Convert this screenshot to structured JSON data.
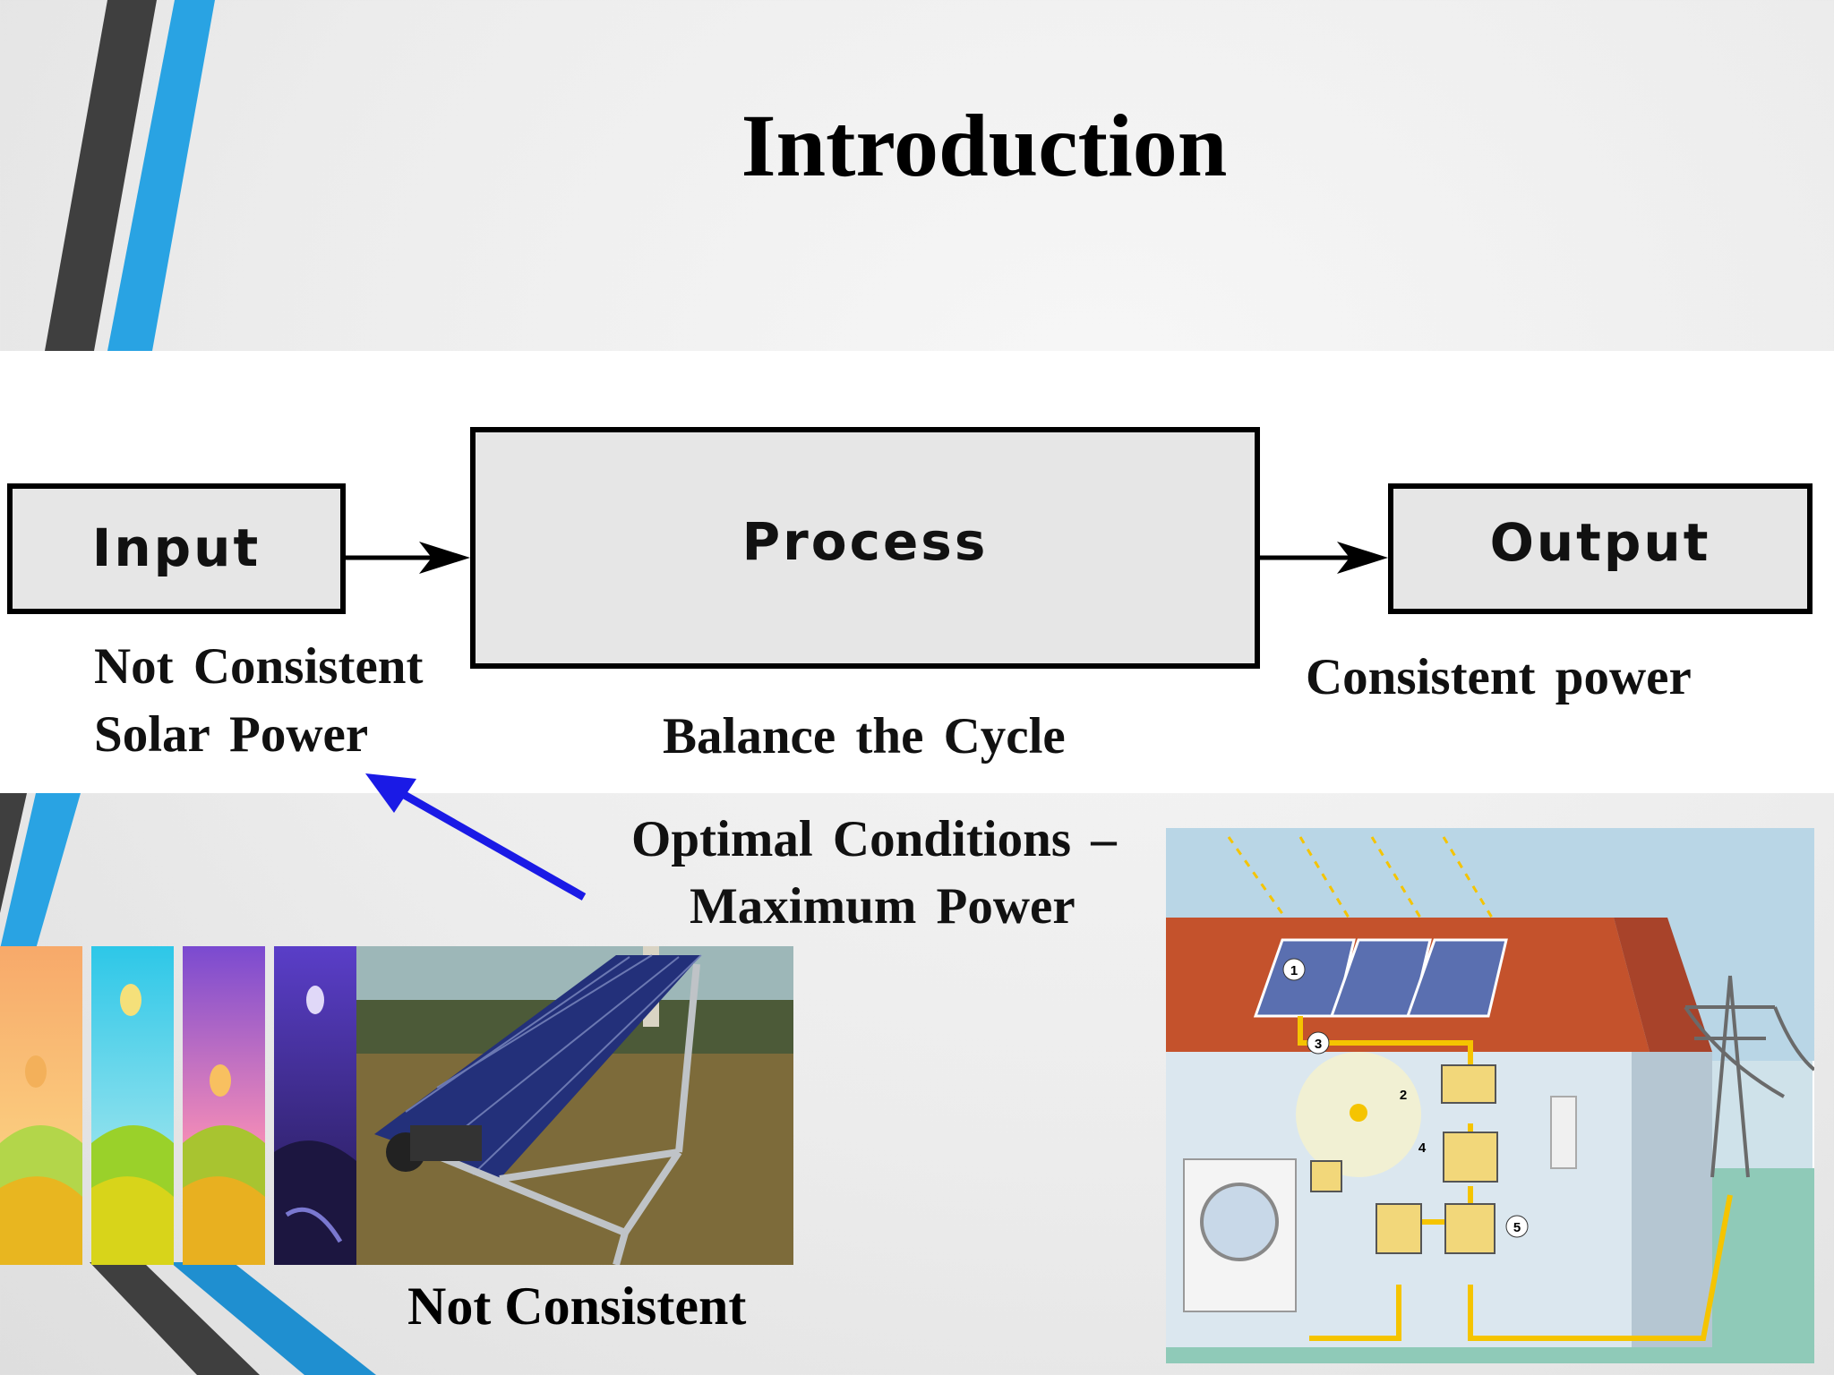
{
  "slide": {
    "title": "Introduction"
  },
  "diagram": {
    "input_box": "Input",
    "process_box": "Process",
    "output_box": "Output",
    "input_caption_line1": "Not Consistent",
    "input_caption_line2": "Solar Power",
    "process_caption": "Balance the Cycle",
    "output_caption": "Consistent power",
    "optimal_line1": "Optimal Conditions –",
    "optimal_line2": "Maximum Power"
  },
  "bottom": {
    "caption": "Not Consistent"
  },
  "house_illustration": {
    "markers": [
      "1",
      "2",
      "3",
      "4",
      "5"
    ]
  },
  "colors": {
    "accent_blue": "#29a3e3",
    "accent_dark": "#3f3f3f",
    "arrow_blue": "#1a1ae6",
    "wire_yellow": "#f5c400",
    "roof_red": "#c4522c"
  }
}
